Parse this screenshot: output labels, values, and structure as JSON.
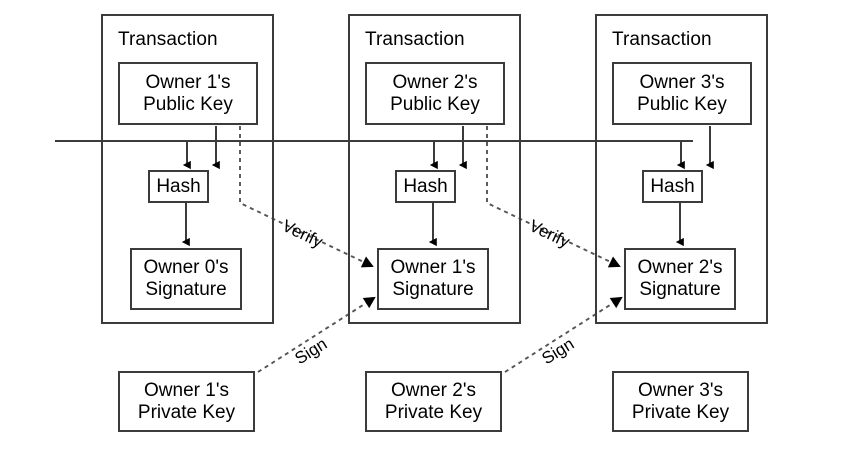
{
  "diagram": {
    "title_nodes": [
      "Transaction",
      "Transaction",
      "Transaction"
    ],
    "transactions": [
      {
        "label": "Transaction",
        "public_key": {
          "line1": "Owner 1's",
          "line2": "Public Key"
        },
        "hash": "Hash",
        "signature": {
          "line1": "Owner 0's",
          "line2": "Signature"
        }
      },
      {
        "label": "Transaction",
        "public_key": {
          "line1": "Owner 2's",
          "line2": "Public Key"
        },
        "hash": "Hash",
        "signature": {
          "line1": "Owner 1's",
          "line2": "Signature"
        }
      },
      {
        "label": "Transaction",
        "public_key": {
          "line1": "Owner 3's",
          "line2": "Public Key"
        },
        "hash": "Hash",
        "signature": {
          "line1": "Owner 2's",
          "line2": "Signature"
        }
      }
    ],
    "private_keys": [
      {
        "line1": "Owner 1's",
        "line2": "Private Key"
      },
      {
        "line1": "Owner 2's",
        "line2": "Private Key"
      },
      {
        "line1": "Owner 3's",
        "line2": "Private Key"
      }
    ],
    "edge_labels": {
      "verify_1": "Verify",
      "verify_2": "Verify",
      "sign_1": "Sign",
      "sign_2": "Sign"
    },
    "colors": {
      "stroke": "#3b3b3b",
      "text": "#000000",
      "background": "#ffffff",
      "dashed_stroke": "#555555"
    }
  }
}
